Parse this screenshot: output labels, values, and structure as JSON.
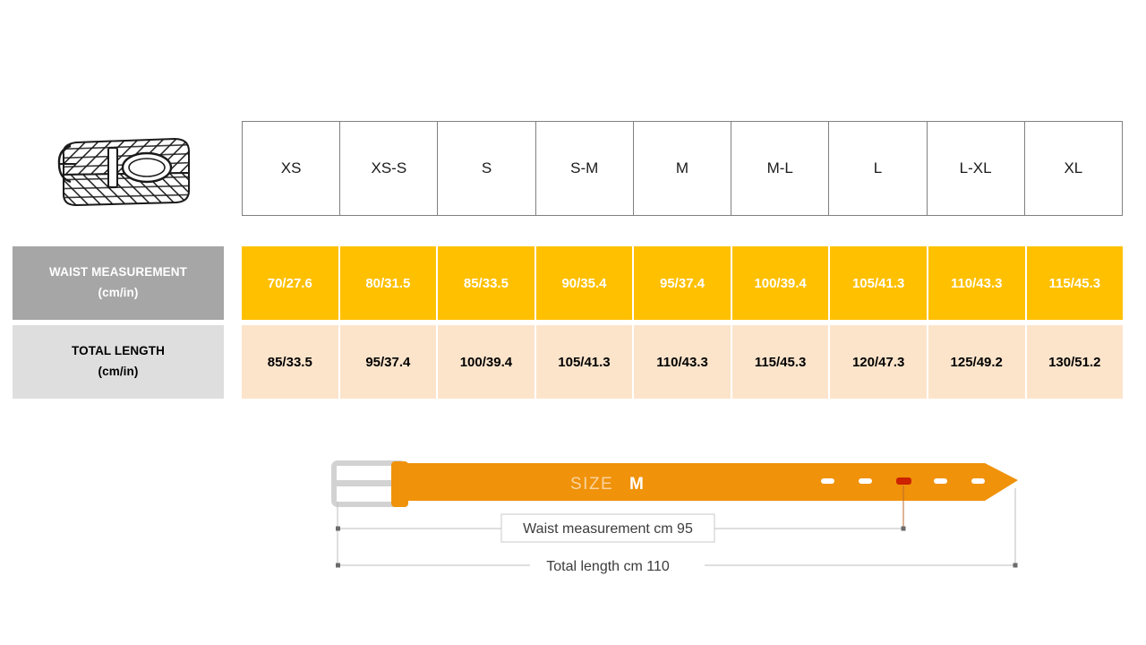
{
  "product": {
    "icon_name": "braided-belt-icon"
  },
  "table": {
    "sizes": [
      "XS",
      "XS-S",
      "S",
      "S-M",
      "M",
      "M-L",
      "L",
      "L-XL",
      "XL"
    ],
    "rows": [
      {
        "id": "waist",
        "label_line1": "WAIST MEASUREMENT",
        "label_line2": "(cm/in)",
        "values": [
          "70/27.6",
          "80/31.5",
          "85/33.5",
          "90/35.4",
          "95/37.4",
          "100/39.4",
          "105/41.3",
          "110/43.3",
          "115/45.3"
        ]
      },
      {
        "id": "total_length",
        "label_line1": "TOTAL LENGTH",
        "label_line2": "(cm/in)",
        "values": [
          "85/33.5",
          "95/37.4",
          "100/39.4",
          "105/41.3",
          "110/43.3",
          "115/45.3",
          "120/47.3",
          "125/49.2",
          "130/51.2"
        ]
      }
    ]
  },
  "diagram": {
    "size_label": "SIZE",
    "size_value": "M",
    "waist_dimension": "Waist measurement cm 95",
    "total_dimension": "Total length cm 110",
    "holes_total": 5,
    "highlighted_hole_index": 3
  },
  "colors": {
    "waist_row_fill": "#FFC000",
    "waist_label_fill": "#A6A6A6",
    "length_row_fill": "#FCE4CB",
    "length_label_fill": "#DEDEDE",
    "header_border": "#808080",
    "belt_strap": "#F0920A",
    "belt_buckle": "#DCDCDC",
    "highlight_hole": "#CC2200",
    "dimension_line": "#B4B4B4"
  }
}
